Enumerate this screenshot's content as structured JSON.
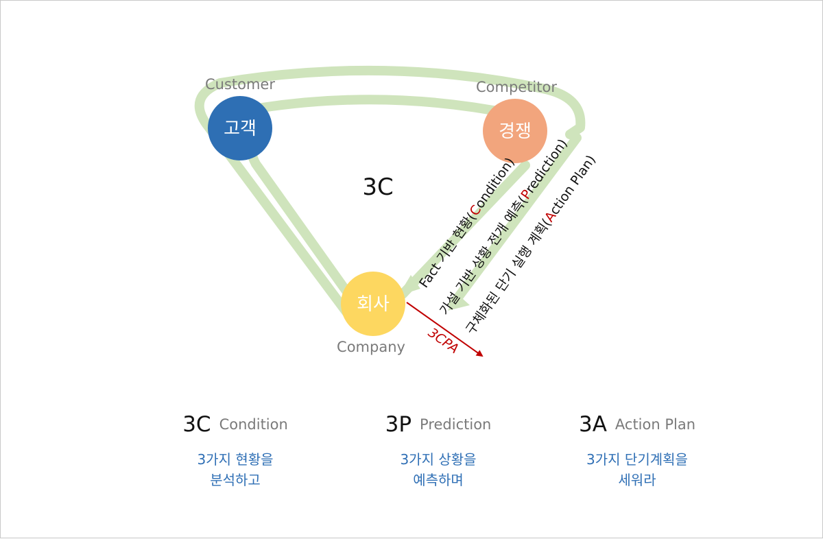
{
  "diagram": {
    "center_label": "3C",
    "nodes": {
      "customer": {
        "label": "고객",
        "en_label": "Customer",
        "color": "#2e6fb4"
      },
      "competitor": {
        "label": "경쟁",
        "en_label": "Competitor",
        "color": "#f2a57d"
      },
      "company": {
        "label": "회사",
        "en_label": "Company",
        "color": "#fdd760"
      }
    },
    "loop_color": "#cfe4bc",
    "diagonal_lines": [
      {
        "parts": [
          {
            "t": "Fact 기반 현황("
          },
          {
            "t": "C",
            "hl": true
          },
          {
            "t": "ondition)"
          }
        ]
      },
      {
        "parts": [
          {
            "t": "가설 기반 상황 전개 예측("
          },
          {
            "t": "P",
            "hl": true
          },
          {
            "t": "rediction)"
          }
        ]
      },
      {
        "parts": [
          {
            "t": "구체화된 단기 실행 계획("
          },
          {
            "t": "A",
            "hl": true
          },
          {
            "t": "ction Plan)"
          }
        ]
      }
    ],
    "arrow_label": "3CPA",
    "arrow_color": "#c00000"
  },
  "summary": [
    {
      "code": "3C",
      "word": "Condition",
      "desc": "3가지 현황을\n분석하고"
    },
    {
      "code": "3P",
      "word": "Prediction",
      "desc": "3가지 상황을\n예측하며"
    },
    {
      "code": "3A",
      "word": "Action Plan",
      "desc": "3가지 단기계획을\n세워라"
    }
  ]
}
